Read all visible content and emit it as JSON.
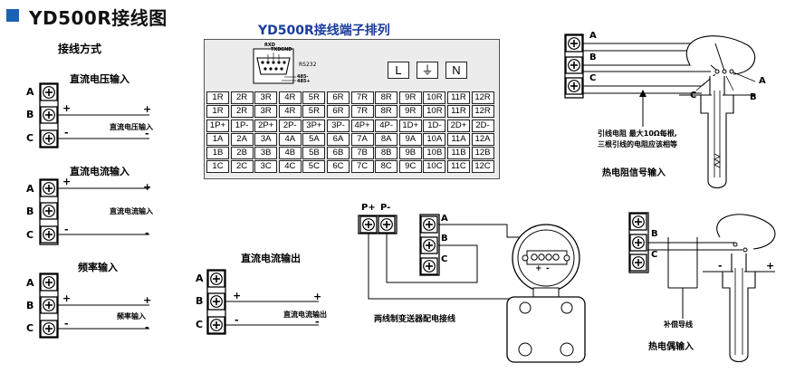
{
  "title": "YD500R接线图",
  "left_section": {
    "heading": "接线方式",
    "dc_voltage_in": {
      "title": "直流电压输入",
      "terms": [
        "A",
        "B",
        "C"
      ],
      "plus": "+",
      "minus": "-",
      "note": "直流电压输入"
    },
    "dc_current_in": {
      "title": "直流电流输入",
      "terms": [
        "A",
        "B",
        "C"
      ],
      "plus": "+",
      "minus": "-",
      "note": "直流电流输入"
    },
    "freq_in": {
      "title": "频率输入",
      "terms": [
        "A",
        "B",
        "C"
      ],
      "plus": "+",
      "minus": "-",
      "note": "频率输入"
    },
    "dc_current_out": {
      "title": "直流电流输出",
      "terms": [
        "A",
        "B",
        "C"
      ],
      "plus": "+",
      "minus": "-",
      "note": "直流电流输出"
    }
  },
  "terminal_block": {
    "title": "YD500R接线端子排列",
    "rs232_label": "RS232",
    "pin_labels": [
      "RXD",
      "TXD",
      "GND",
      "485-",
      "485+"
    ],
    "power_terminals": [
      "L",
      "⏚",
      "N"
    ],
    "rows": [
      [
        "1R",
        "2R",
        "3R",
        "4R",
        "5R",
        "6R",
        "7R",
        "8R",
        "9R",
        "10R",
        "11R",
        "12R"
      ],
      [
        "1R",
        "2R",
        "3R",
        "4R",
        "5R",
        "6R",
        "7R",
        "8R",
        "9R",
        "10R",
        "11R",
        "12R"
      ],
      [
        "1P+",
        "1P-",
        "2P+",
        "2P-",
        "3P+",
        "3P-",
        "4P+",
        "4P-",
        "1D+",
        "1D-",
        "2D+",
        "2D-"
      ],
      [
        "1A",
        "2A",
        "3A",
        "4A",
        "5A",
        "6A",
        "7A",
        "8A",
        "9A",
        "10A",
        "11A",
        "12A"
      ],
      [
        "1B",
        "2B",
        "3B",
        "4B",
        "5B",
        "6B",
        "7B",
        "8B",
        "9B",
        "10B",
        "11B",
        "12B"
      ],
      [
        "1C",
        "2C",
        "3C",
        "4C",
        "5C",
        "6C",
        "7C",
        "8C",
        "9C",
        "10C",
        "11C",
        "12C"
      ]
    ]
  },
  "transmitter": {
    "p_plus": "P+",
    "p_minus": "P-",
    "terms": [
      "A",
      "B",
      "C"
    ],
    "plus": "+",
    "minus": "-",
    "caption": "两线制变送器配电接线"
  },
  "rtd": {
    "terms": [
      "A",
      "B",
      "C"
    ],
    "probe_labels": [
      "A",
      "B",
      "C"
    ],
    "note_line1": "引线电阻  最大10Ω每根,",
    "note_line2": "三根引线的电阻应该相等",
    "caption": "热电阻信号输入"
  },
  "thermocouple": {
    "terms": [
      "B",
      "C"
    ],
    "minus": "-",
    "plus": "+",
    "comp_wire": "补偿导线",
    "caption": "热电偶输入"
  }
}
